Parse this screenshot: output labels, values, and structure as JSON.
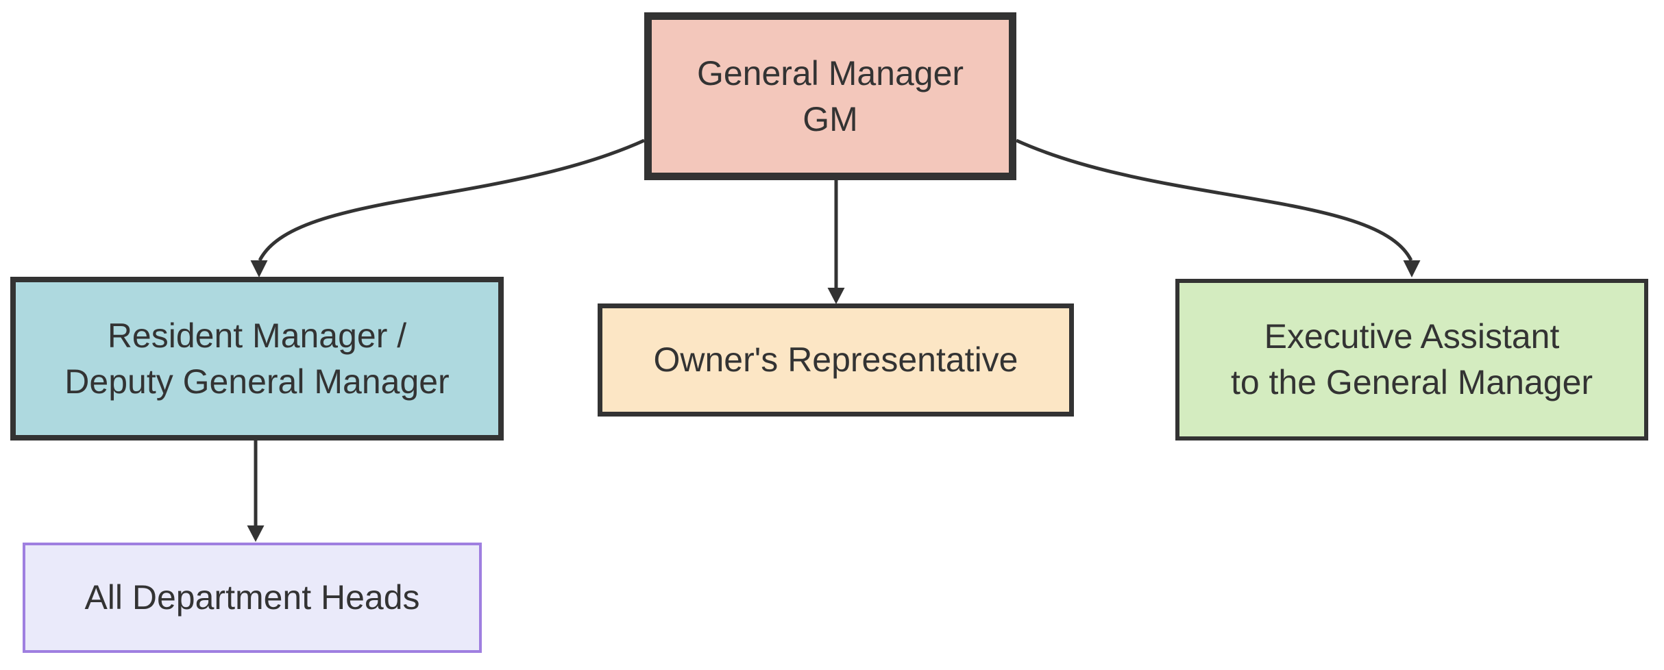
{
  "colors": {
    "background": "#ffffff",
    "edge": "#333333",
    "text": "#333333",
    "gm_fill": "#f3c7bb",
    "gm_border": "#333333",
    "resident_fill": "#aed9df",
    "resident_border": "#333333",
    "owner_fill": "#fce6c5",
    "owner_border": "#333333",
    "assistant_fill": "#d4ecc0",
    "assistant_border": "#333333",
    "heads_fill": "#eaeafa",
    "heads_border": "#9f7fe0"
  },
  "nodes": {
    "gm": {
      "label": "General Manager\nGM"
    },
    "resident": {
      "label": "Resident Manager /\nDeputy General Manager"
    },
    "owner": {
      "label": "Owner's Representative"
    },
    "assistant": {
      "label": "Executive Assistant\nto the General Manager"
    },
    "heads": {
      "label": "All Department Heads"
    }
  },
  "edges": [
    {
      "from": "gm",
      "to": "resident"
    },
    {
      "from": "gm",
      "to": "owner"
    },
    {
      "from": "gm",
      "to": "assistant"
    },
    {
      "from": "resident",
      "to": "heads"
    }
  ]
}
